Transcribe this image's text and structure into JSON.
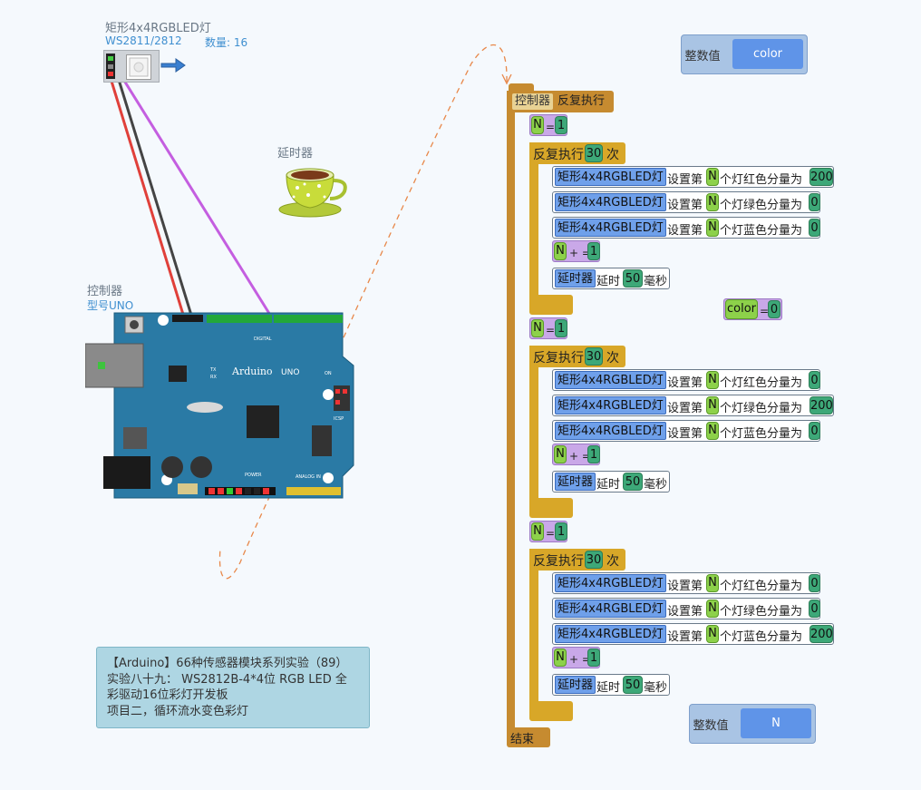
{
  "led_device": {
    "name": "矩形4x4RGBLED灯",
    "model": "WS2811/2812",
    "count_label": "数量: 16"
  },
  "delay_device": {
    "name": "延时器"
  },
  "controller_device": {
    "name": "控制器",
    "model": "型号UNO"
  },
  "arduino_board": {
    "brand": "Arduino",
    "model": "UNO",
    "label_on": "ON",
    "digital": "DIGITAL",
    "power": "POWER",
    "analog_in": "ANALOG IN",
    "icsp": "ICSP",
    "tx": "TX",
    "rx": "RX"
  },
  "note": {
    "lines": [
      "【Arduino】66种传感器模块系列实验（89）",
      "实验八十九：  WS2812B-4*4位 RGB LED 全",
      "彩驱动16位彩灯开发板",
      "项目二，循环流水变色彩灯"
    ]
  },
  "variables": {
    "top": {
      "type_label": "整数值",
      "name": "color"
    },
    "bottom": {
      "type_label": "整数值",
      "name": "N"
    }
  },
  "program": {
    "controller_tag": "控制器",
    "loop_label": "反复执行",
    "end_label": "结束",
    "var_n": "N",
    "eq": "=",
    "plus_eq": "+ =",
    "set_prefix": "设置第",
    "delay_action": "延时",
    "ms": "毫秒",
    "times": "次",
    "color_assign": {
      "var": "color",
      "op": "=",
      "value": "0"
    },
    "sections": [
      {
        "init_value": "1",
        "repeat_count": "30",
        "sets": [
          {
            "device": "矩形4x4RGBLED灯",
            "channel": "个灯红色分量为",
            "value": "200"
          },
          {
            "device": "矩形4x4RGBLED灯",
            "channel": "个灯绿色分量为",
            "value": "0"
          },
          {
            "device": "矩形4x4RGBLED灯",
            "channel": "个灯蓝色分量为",
            "value": "0"
          }
        ],
        "increment": "1",
        "delay_device": "延时器",
        "delay_value": "50"
      },
      {
        "init_value": "1",
        "repeat_count": "30",
        "sets": [
          {
            "device": "矩形4x4RGBLED灯",
            "channel": "个灯红色分量为",
            "value": "0"
          },
          {
            "device": "矩形4x4RGBLED灯",
            "channel": "个灯绿色分量为",
            "value": "200"
          },
          {
            "device": "矩形4x4RGBLED灯",
            "channel": "个灯蓝色分量为",
            "value": "0"
          }
        ],
        "increment": "1",
        "delay_device": "延时器",
        "delay_value": "50"
      },
      {
        "init_value": "1",
        "repeat_count": "30",
        "sets": [
          {
            "device": "矩形4x4RGBLED灯",
            "channel": "个灯红色分量为",
            "value": "0"
          },
          {
            "device": "矩形4x4RGBLED灯",
            "channel": "个灯绿色分量为",
            "value": "0"
          },
          {
            "device": "矩形4x4RGBLED灯",
            "channel": "个灯蓝色分量为",
            "value": "200"
          }
        ],
        "increment": "1",
        "delay_device": "延时器",
        "delay_value": "50"
      }
    ]
  },
  "colors": {
    "wire_red": "#e0403a",
    "wire_black": "#444444",
    "wire_purple": "#c45ee0",
    "wire_orange_dashed": "#e8884a",
    "controller_block": "#c68b30",
    "loop_block": "#d8a728",
    "device_tag": "#6fa0ea",
    "number_literal": "#3da878",
    "variable": "#8dd14a"
  }
}
